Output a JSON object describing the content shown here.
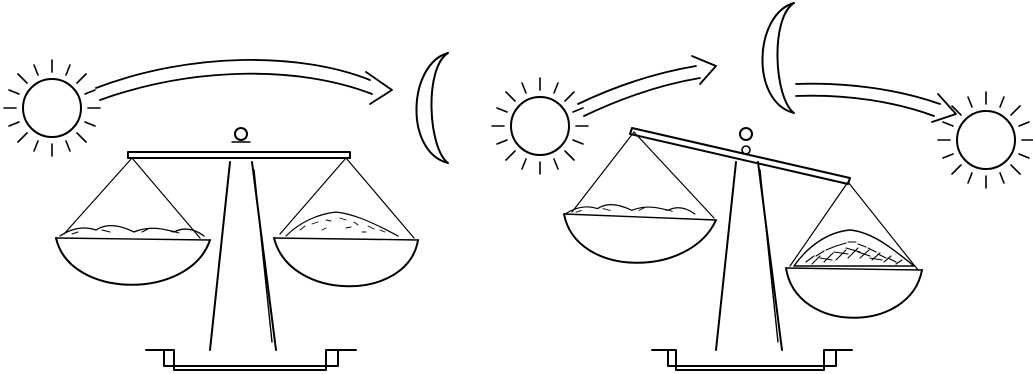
{
  "illustration": {
    "panels": [
      {
        "id": "balanced",
        "icons": [
          "sun-icon",
          "arrow-icon",
          "crescent-moon-icon",
          "balance-scale-icon"
        ],
        "state": "level"
      },
      {
        "id": "tilted",
        "icons": [
          "sun-icon",
          "arrow-icon",
          "crescent-moon-icon",
          "arrow-icon",
          "sun-icon",
          "balance-scale-icon"
        ],
        "state": "tilted-right-down"
      }
    ],
    "colors": {
      "ink": "#000000",
      "background": "#ffffff"
    }
  }
}
